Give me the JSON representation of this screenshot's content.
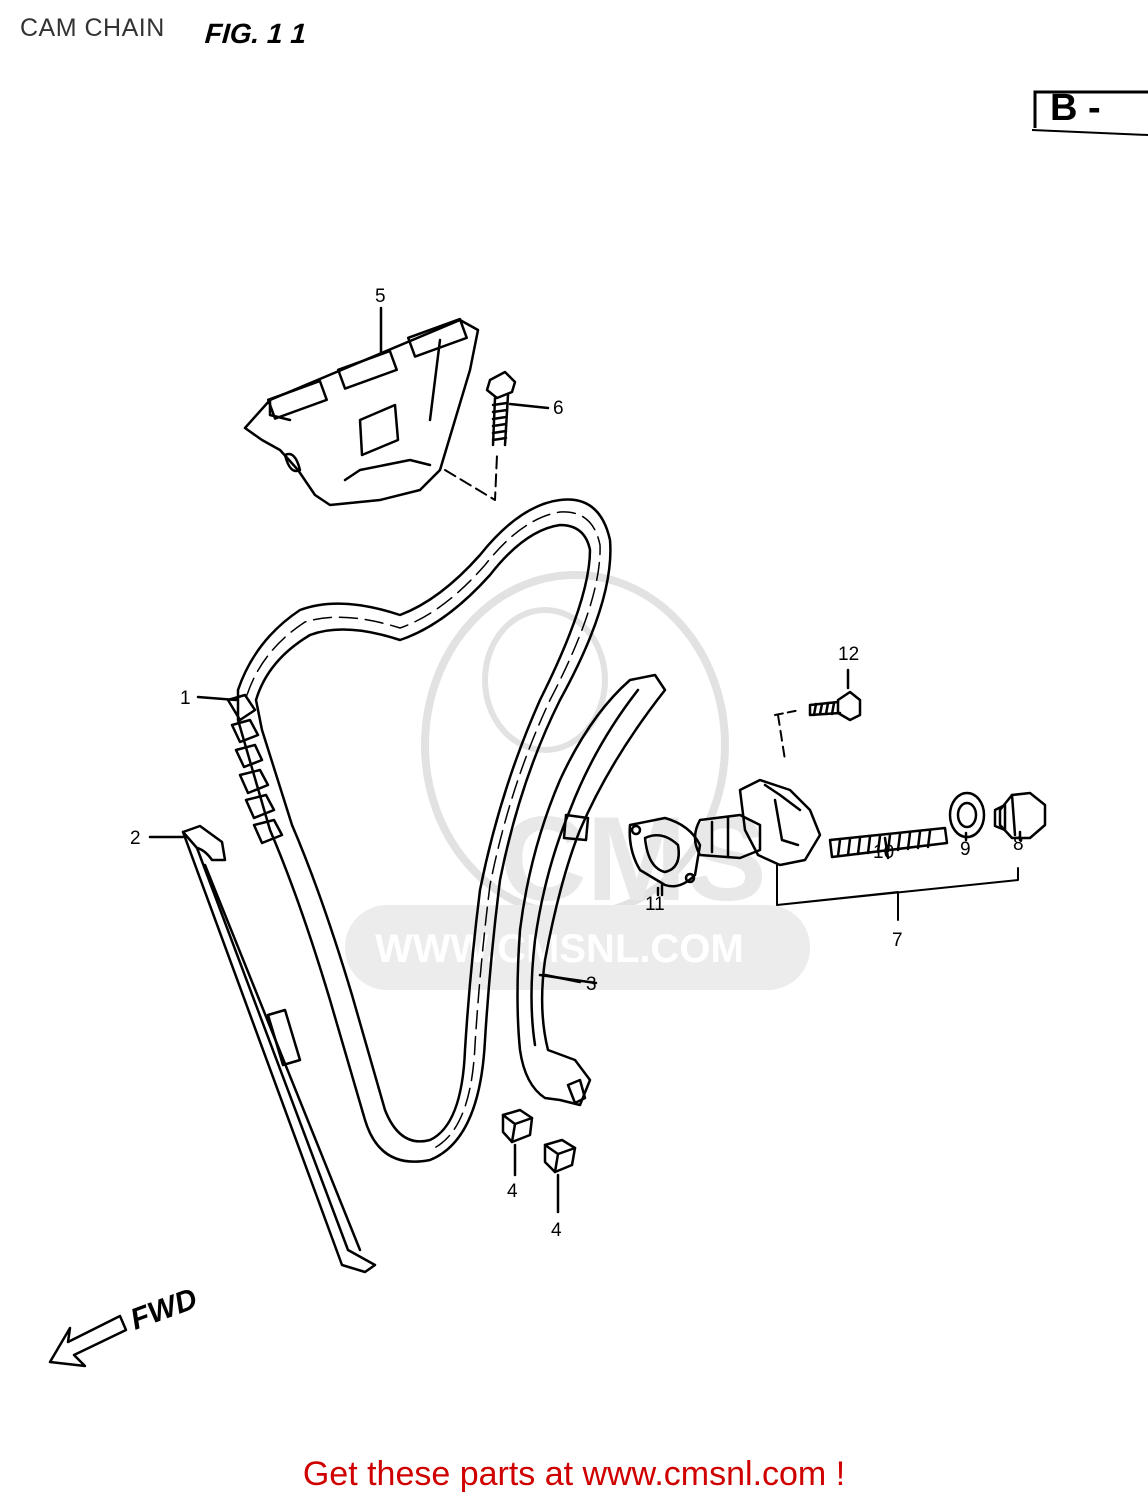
{
  "header": {
    "title": "CAM CHAIN",
    "fig": "FIG. 1 1"
  },
  "section_tag": "B -",
  "watermark": {
    "text": "WWW.CMSNL.COM",
    "logo": "CMS"
  },
  "callouts": [
    "1",
    "2",
    "3",
    "4",
    "4",
    "5",
    "6",
    "7",
    "8",
    "9",
    "10",
    "11",
    "12"
  ],
  "direction_label": "FWD",
  "footer": {
    "text": "Get these parts at www.cmsnl.com !"
  },
  "colors": {
    "line": "#000000",
    "footer": "#d00000",
    "watermark": "#e6e6e6"
  }
}
